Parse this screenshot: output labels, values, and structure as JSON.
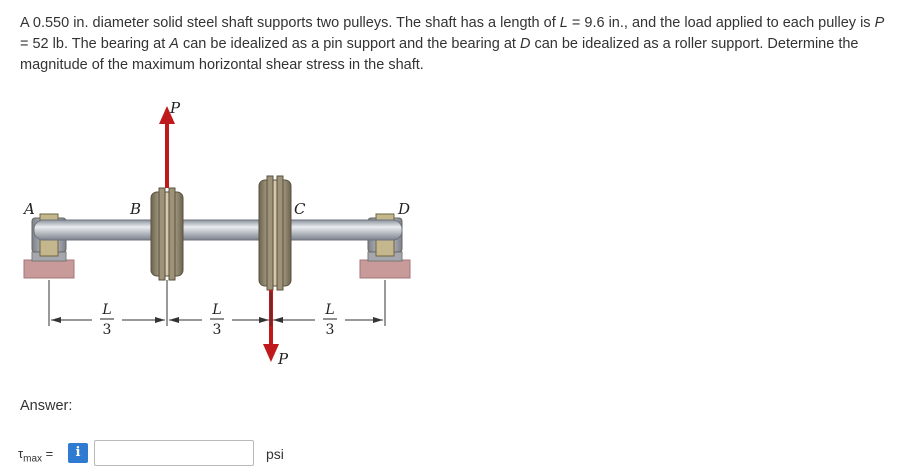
{
  "problem": {
    "text_1": "A 0.550 in. diameter solid steel shaft supports two pulleys. The shaft has a length of ",
    "var_L": "L",
    "text_2": " = 9.6 in., and the load applied to each pulley is ",
    "var_P": "P",
    "text_3": " = 52 lb. The bearing at ",
    "var_A": "A",
    "text_4": " can be idealized as a pin support and the bearing at ",
    "var_D": "D",
    "text_5": " can be idealized as a roller support. Determine the magnitude of the maximum horizontal shear stress in the shaft."
  },
  "figure": {
    "label_A": "A",
    "label_B": "B",
    "label_C": "C",
    "label_D": "D",
    "load_top": "P",
    "load_bottom": "P",
    "dim_numerator": "L",
    "dim_denominator": "3",
    "colors": {
      "arrow": "#c0191b",
      "shaft": "#c8ccd4",
      "base": "#c99a9a"
    }
  },
  "answer": {
    "label": "Answer:",
    "symbol": "τ",
    "symbol_sub": "max",
    "equals": " =",
    "info_icon": "i",
    "value": "",
    "unit": "psi"
  }
}
